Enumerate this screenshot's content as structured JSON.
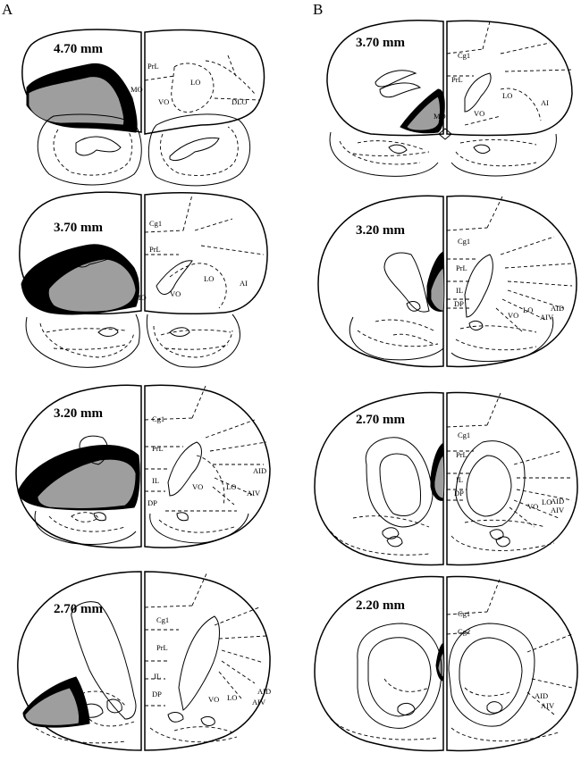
{
  "panels": {
    "A": {
      "label": "A",
      "sections": [
        {
          "level": "4.70 mm",
          "regions": [
            "PrL",
            "MO",
            "LO",
            "VO",
            "DLO"
          ]
        },
        {
          "level": "3.70 mm",
          "regions": [
            "Cg1",
            "PrL",
            "MO",
            "VO",
            "LO",
            "AI"
          ]
        },
        {
          "level": "3.20 mm",
          "regions": [
            "Cg1",
            "PrL",
            "IL",
            "DP",
            "VO",
            "LO",
            "AID",
            "AIV"
          ]
        },
        {
          "level": "2.70 mm",
          "regions": [
            "Cg1",
            "PrL",
            "IL",
            "DP",
            "VO",
            "LO",
            "AID",
            "AIV"
          ]
        }
      ]
    },
    "B": {
      "label": "B",
      "sections": [
        {
          "level": "3.70 mm",
          "regions": [
            "Cg1",
            "PrL",
            "MO",
            "VO",
            "LO",
            "AI"
          ]
        },
        {
          "level": "3.20 mm",
          "regions": [
            "Cg1",
            "PrL",
            "IL",
            "DP",
            "VO",
            "LO",
            "AID",
            "AIV"
          ]
        },
        {
          "level": "2.70 mm",
          "regions": [
            "Cg1",
            "PrL",
            "IL",
            "DP",
            "VO",
            "LO",
            "AID",
            "AIV"
          ]
        },
        {
          "level": "2.20 mm",
          "regions": [
            "Cg1",
            "Cg2",
            "AID",
            "AIV"
          ]
        }
      ]
    }
  },
  "colors": {
    "lesion_max": "#000000",
    "lesion_min": "#9e9e9e",
    "outline": "#000000"
  }
}
